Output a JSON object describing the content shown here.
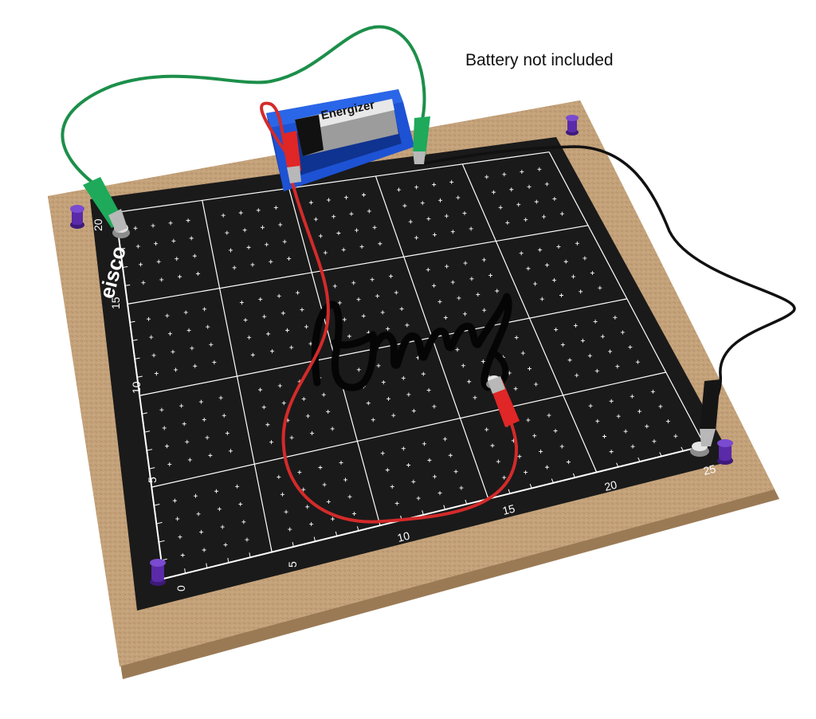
{
  "caption": "Battery not included",
  "board": {
    "brand": "eisco",
    "y_axis_labels": [
      "0",
      "5",
      "10",
      "15",
      "20"
    ],
    "x_axis_labels": [
      "5",
      "10",
      "15",
      "20",
      "25"
    ],
    "grid_major": 25,
    "grid_units": 20
  },
  "drawing": {
    "handwritten_text": "Amy"
  },
  "battery": {
    "brand_text": "Energizer"
  },
  "colors": {
    "paper": "#1a1a1a",
    "board": "#c4a27a",
    "holder": "#1d52d4",
    "wire_green": "#1c8f4a",
    "wire_red": "#d42a2a",
    "wire_black": "#111111",
    "clip_red": "#e02626",
    "clip_green": "#1eaa5a",
    "pin": "#5a2aa8"
  }
}
